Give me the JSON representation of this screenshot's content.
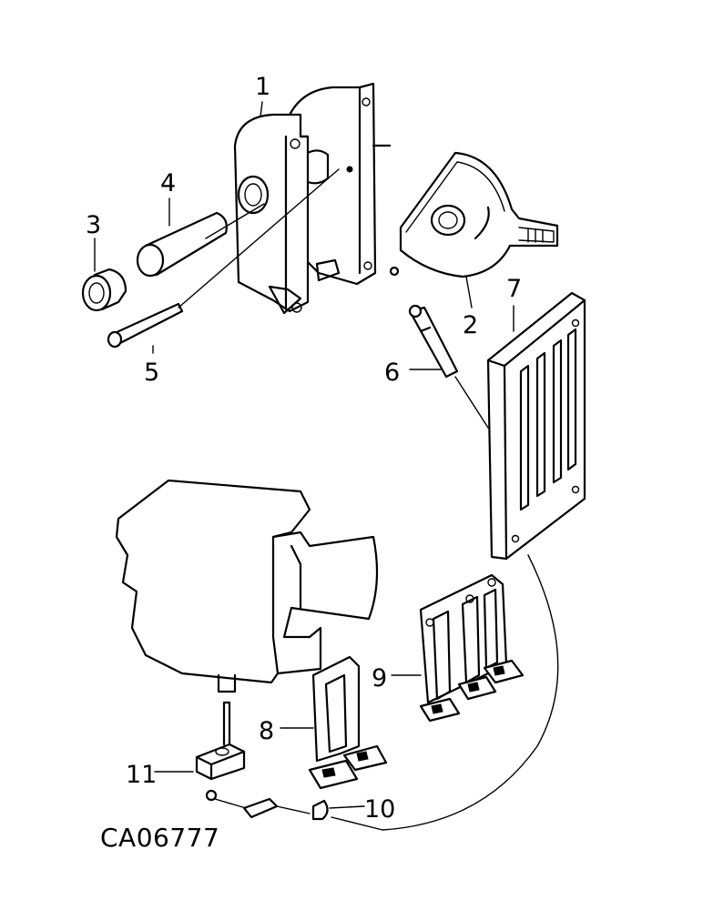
{
  "diagram_code": "CA06777",
  "callouts": [
    "1",
    "2",
    "3",
    "4",
    "5",
    "6",
    "7",
    "8",
    "9",
    "10",
    "11"
  ]
}
